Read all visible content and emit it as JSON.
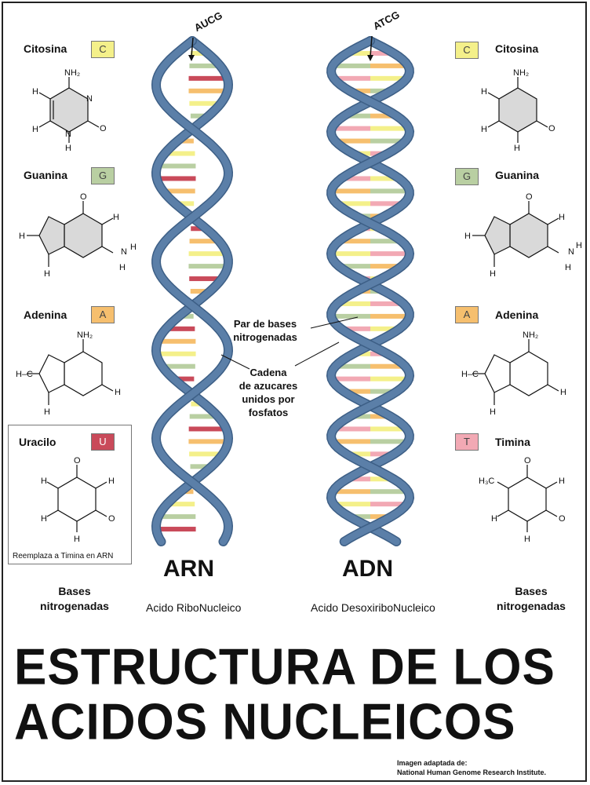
{
  "title": {
    "line1": "ESTRUCTURA DE LOS",
    "line2": "ACIDOS NUCLEICOS"
  },
  "helices": {
    "rna": {
      "label": "ARN",
      "full_name": "Acido RiboNucleico",
      "sequence": "AUCG"
    },
    "dna": {
      "label": "ADN",
      "full_name": "Acido DesoxiriboNucleico",
      "sequence": "ATCG"
    }
  },
  "annotations": {
    "base_pair": {
      "line1": "Par de bases",
      "line2": "nitrogenadas"
    },
    "sugar_chain": {
      "line1": "Cadena",
      "line2": "de azucares",
      "line3": "unidos por",
      "line4": "fosfatos"
    }
  },
  "left_bases": [
    {
      "name": "Citosina",
      "letter": "C",
      "color": "#f4f08a"
    },
    {
      "name": "Guanina",
      "letter": "G",
      "color": "#b9cfa2"
    },
    {
      "name": "Adenina",
      "letter": "A",
      "color": "#f6bf6e"
    },
    {
      "name": "Uracilo",
      "letter": "U",
      "color": "#c94a5a"
    }
  ],
  "right_bases": [
    {
      "name": "Citosina",
      "letter": "C",
      "color": "#f4f08a"
    },
    {
      "name": "Guanina",
      "letter": "G",
      "color": "#b9cfa2"
    },
    {
      "name": "Adenina",
      "letter": "A",
      "color": "#f6bf6e"
    },
    {
      "name": "Timina",
      "letter": "T",
      "color": "#f2a9b4"
    }
  ],
  "uracil_note": "Reemplaza a Timina en ARN",
  "bases_caption": {
    "line1": "Bases",
    "line2": "nitrogenadas"
  },
  "credit": {
    "line1": "Imagen adaptada de:",
    "line2": "National Human Genome Research Institute."
  },
  "colors": {
    "backbone": "#5b7fa8",
    "backbone_edge": "#3d5f86",
    "cytosine": "#f4f08a",
    "guanine": "#b9cfa2",
    "adenine": "#f6bf6e",
    "thymine": "#f2a9b4",
    "uracil": "#c94a5a"
  }
}
